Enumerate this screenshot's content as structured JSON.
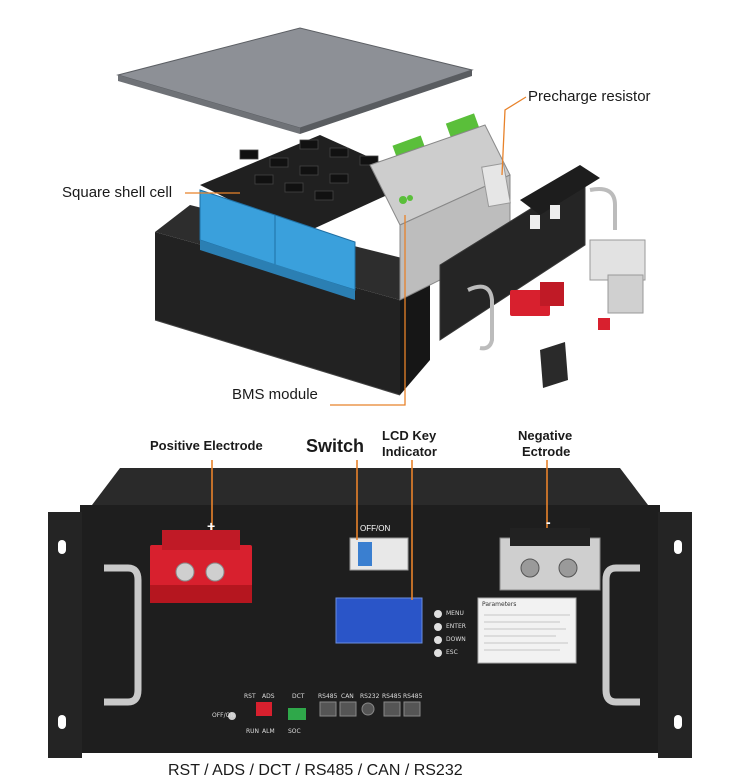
{
  "top_callouts": {
    "square_shell_cell": "Square shell cell",
    "precharge_resistor": "Precharge resistor",
    "bms_module": "BMS module"
  },
  "front_panel": {
    "positive_electrode": "Positive Electrode",
    "switch": "Switch",
    "lcd_key_indicator_line1": "LCD Key",
    "lcd_key_indicator_line2": "Indicator",
    "negative_line1": "Negative",
    "negative_line2": "Ectrode",
    "plus_sign": "+",
    "minus_sign": "-",
    "switch_text": "OFF/ON",
    "buttons": [
      "MENU",
      "ENTER",
      "DOWN",
      "ESC"
    ],
    "ports": [
      "RST",
      "ADS",
      "DCT",
      "RS485",
      "CAN",
      "RS232",
      "RS485",
      "RS485"
    ],
    "bottom_small": [
      "OFF/ON",
      "RUN",
      "ALM",
      "SOC"
    ],
    "parameters_title": "Parameters"
  },
  "bottom_caption": "RST / ADS / DCT / RS485 / CAN / RS232",
  "colors": {
    "callout_line": "#e8822a",
    "cell_blue": "#3aa0dc",
    "chassis": "#1e1e1e",
    "terminal_red": "#d8202e",
    "lcd_blue": "#2a55c8"
  }
}
